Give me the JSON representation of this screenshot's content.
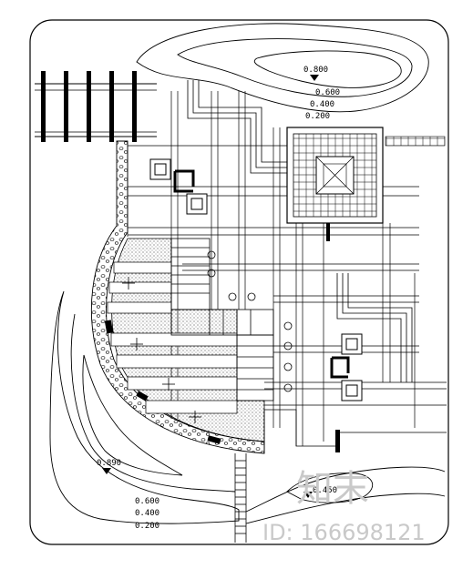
{
  "contour_labels": {
    "top_peak": "0.800",
    "top_1": "0.600",
    "top_2": "0.400",
    "top_3": "0.200",
    "left_peak": "0.890",
    "left_1": "0.600",
    "left_2": "0.400",
    "left_3": "0.200",
    "bottom_right": "0.450"
  },
  "watermark": {
    "brand": "知末",
    "id_text": "ID: 166698121"
  },
  "colors": {
    "line": "#000000",
    "watermark": "#c9c9c9"
  }
}
